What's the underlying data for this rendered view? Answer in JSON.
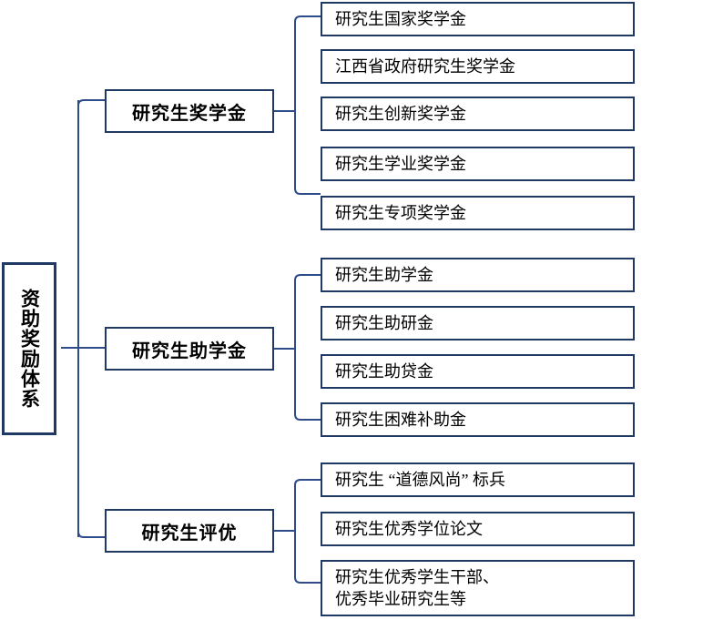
{
  "diagram": {
    "type": "org-chart",
    "title": "资助奖励体系",
    "colors": {
      "border": "#1F3864",
      "connector": "#2E4C8A",
      "background": "#FFFFFF",
      "text": "#000000"
    },
    "root": {
      "label": "资助奖励体系",
      "orientation": "vertical"
    },
    "branches": [
      {
        "label": "研究生奖学金",
        "children": [
          {
            "label": "研究生国家奖学金"
          },
          {
            "label": "江西省政府研究生奖学金"
          },
          {
            "label": "研究生创新奖学金"
          },
          {
            "label": "研究生学业奖学金"
          },
          {
            "label": "研究生专项奖学金"
          }
        ]
      },
      {
        "label": "研究生助学金",
        "children": [
          {
            "label": "研究生助学金"
          },
          {
            "label": "研究生助研金"
          },
          {
            "label": "研究生助贷金"
          },
          {
            "label": "研究生困难补助金"
          }
        ]
      },
      {
        "label": "研究生评优",
        "children": [
          {
            "label": "研究生 “道德风尚” 标兵"
          },
          {
            "label": "研究生优秀学位论文"
          },
          {
            "label": "研究生优秀学生干部、\n优秀毕业研究生等"
          }
        ]
      }
    ]
  }
}
